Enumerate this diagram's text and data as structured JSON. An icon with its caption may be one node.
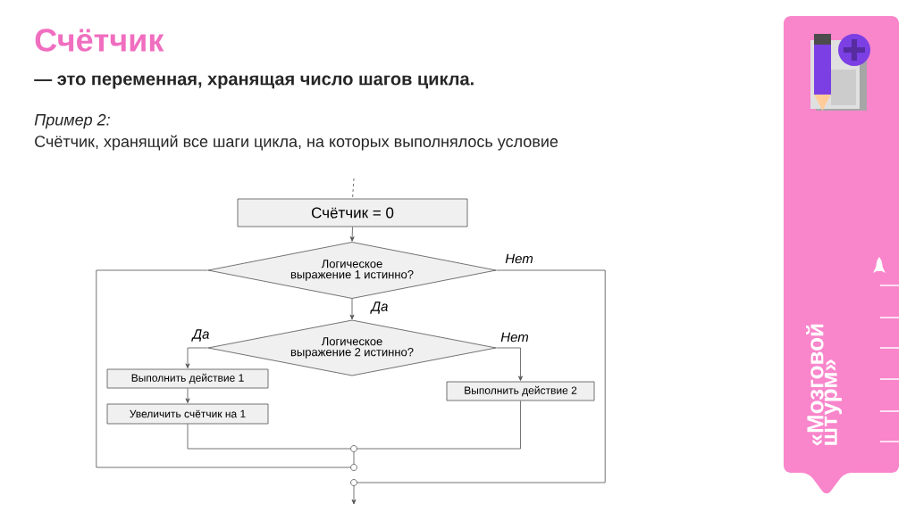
{
  "diagram": {
    "title": "Счётчик",
    "nodes": [
      {
        "text": [
          "Счётчик = 0"
        ]
      },
      {
        "text": [
          "Логическое выражение 1 истинно?"
        ]
      },
      {
        "text": [
          "Логическое выражение 2 истинно?"
        ]
      },
      {
        "text": [
          "Выполнить действие 1"
        ]
      },
      {
        "text": [
          "Увеличить счётчик на 1"
        ]
      },
      {
        "text": [
          "Выполнить действие 2"
        ]
      },
      {
        "text": [],
        "shape": "circle"
      },
      {
        "text": [],
        "shape": "circle"
      },
      {
        "text": [],
        "shape": "circle"
      }
    ],
    "edges": [
      {
        "from": null,
        "to": 0,
        "arrow": "none",
        "style": "dashed"
      },
      {
        "from": 0,
        "to": 1,
        "arrow": "to"
      },
      {
        "from": 1,
        "to": 2,
        "arrow": "to",
        "label": "Да"
      },
      {
        "from": 2,
        "to": 3,
        "arrow": "to",
        "label": "Да"
      },
      {
        "from": 2,
        "to": 5,
        "arrow": "to",
        "label": "Нет"
      },
      {
        "from": 3,
        "to": 4,
        "arrow": "to"
      },
      {
        "from": 4,
        "to": 6,
        "arrow": "none"
      },
      {
        "from": 5,
        "to": 6,
        "arrow": "none"
      },
      {
        "from": 6,
        "to": 7,
        "arrow": "none"
      },
      {
        "from": 1,
        "to": 7,
        "arrow": "none"
      },
      {
        "from": 1,
        "to": 8,
        "arrow": "none",
        "label": "Нет"
      },
      {
        "from": 8,
        "to": null,
        "arrow": "to"
      }
    ],
    "labels": [
      "— это переменная, хранящая число шагов цикла.",
      "Пример 2:",
      "Счётчик, хранящий все шаги цикла, на которых выполнялось условие",
      "«Мозговой штурм»"
    ]
  }
}
